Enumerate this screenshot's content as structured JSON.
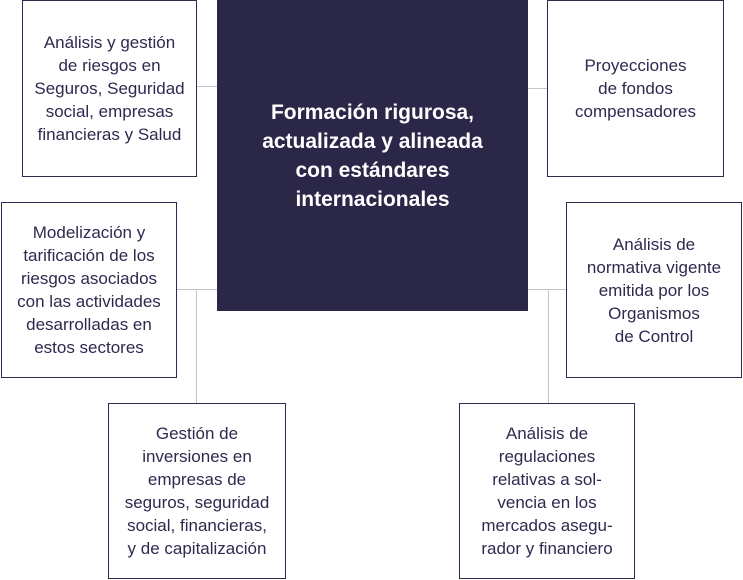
{
  "center": {
    "lines": [
      "Formación rigurosa,",
      "actualizada y alineada",
      "con estándares",
      "internacionales"
    ]
  },
  "boxes": {
    "top_left": {
      "lines": [
        "Análisis y gestión",
        "de riesgos en",
        "Seguros, Seguridad",
        "social, empresas",
        "financieras y Salud"
      ]
    },
    "mid_left": {
      "lines": [
        "Modelización y",
        "tarificación de los",
        "riesgos asociados",
        "con las actividades",
        "desarrolladas en",
        "estos sectores"
      ]
    },
    "bottom_left": {
      "lines": [
        "Gestión de",
        "inversiones en",
        "empresas de",
        "seguros, seguridad",
        "social, financieras,",
        "y de capitalización"
      ]
    },
    "top_right": {
      "lines": [
        "Proyecciones",
        "de fondos",
        "compensadores"
      ]
    },
    "mid_right": {
      "lines": [
        "Análisis de",
        "normativa vigente",
        "emitida por los",
        "Organismos",
        "de Control"
      ]
    },
    "bottom_right": {
      "lines": [
        "Análisis de",
        "regulaciones",
        "relativas a sol-",
        "vencia en los",
        "mercados asegu-",
        "rador y financiero"
      ]
    }
  },
  "colors": {
    "center_bg": "#2b2748",
    "box_border": "#2e2a4f",
    "box_text": "#2e2a4f",
    "connector": "#c4c4c4"
  }
}
